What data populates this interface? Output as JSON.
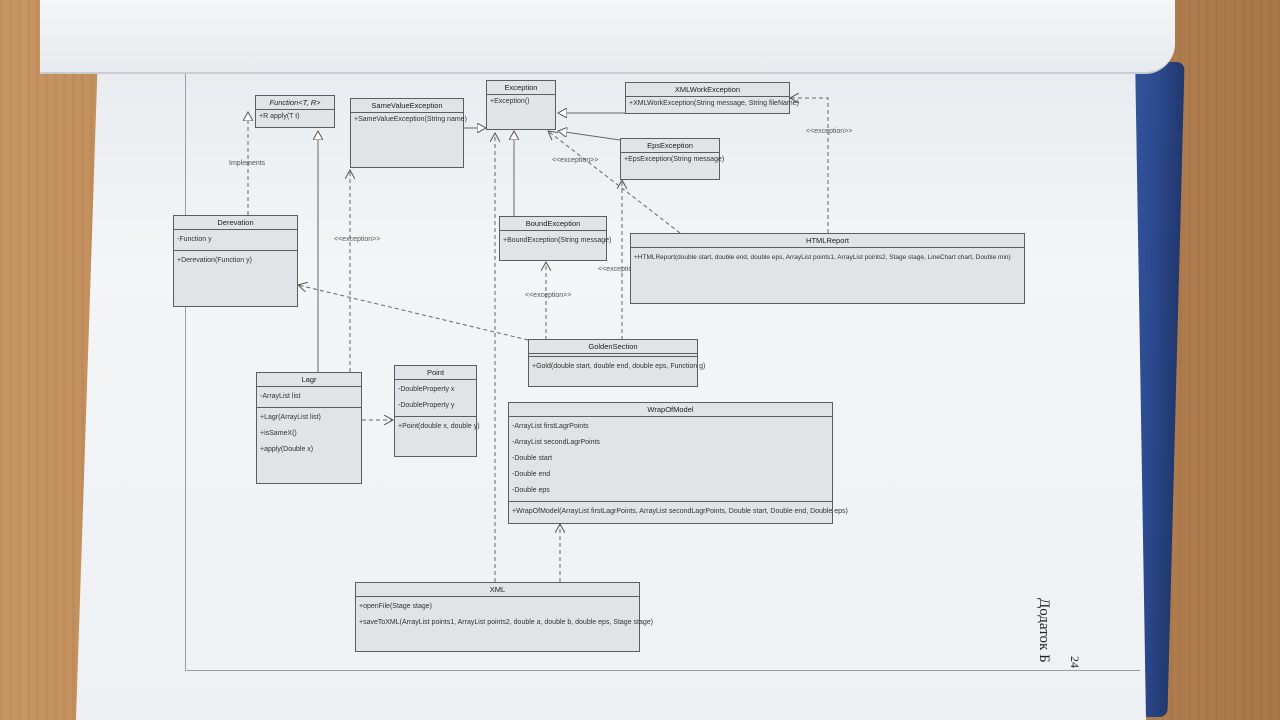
{
  "page": {
    "number": "24",
    "appendix": "Додаток Б"
  },
  "labels": {
    "implements": "Implements",
    "exception1": "<<exception>>",
    "exception2": "<<exception>>",
    "exception3": "<<exception>>",
    "exception4": "<<exception>>",
    "exception5": "<<exception>>"
  },
  "classes": {
    "function": {
      "name": "Function<T, R>",
      "methods": [
        "+R apply(T t)"
      ]
    },
    "same_value": {
      "name": "SameValueException",
      "methods": [
        "+SameValueException(String name)"
      ]
    },
    "exception": {
      "name": "Exception",
      "methods": [
        "+Exception()"
      ]
    },
    "xml_work": {
      "name": "XMLWorkException",
      "methods": [
        "+XMLWorkException(String message, String fileName)"
      ]
    },
    "eps": {
      "name": "EpsException",
      "methods": [
        "+EpsException(String message)"
      ]
    },
    "derevation": {
      "name": "Derevation",
      "fields": [
        "-Function y"
      ],
      "methods": [
        "+Derevation(Function y)"
      ]
    },
    "bound": {
      "name": "BoundException",
      "methods": [
        "+BoundException(String message)"
      ]
    },
    "html_report": {
      "name": "HTMLReport",
      "methods": [
        "+HTMLReport(double start, double end, double eps, ArrayList points1, ArrayList points2, Stage stage, LineChart chart, Double min)"
      ]
    },
    "golden": {
      "name": "GoldenSection",
      "methods": [
        "+Gold(double start, double end, double eps, Function g)"
      ]
    },
    "lagr": {
      "name": "Lagr",
      "fields": [
        "-ArrayList list"
      ],
      "methods": [
        "+Lagr(ArrayList list)",
        "+isSameX()",
        "+apply(Double x)"
      ]
    },
    "point": {
      "name": "Point",
      "fields": [
        "-DoubleProperty x",
        "-DoubleProperty y"
      ],
      "methods": [
        "+Point(double x, double y)"
      ]
    },
    "wrap": {
      "name": "WrapOfModel",
      "fields": [
        "-ArrayList firstLagrPoints",
        "-ArrayList secondLagrPoints",
        "-Double start",
        "-Double end",
        "-Double eps"
      ],
      "methods": [
        "+WrapOfModel(ArrayList firstLagrPoints, ArrayList secondLagrPoints, Double start, Double end, Double eps)"
      ]
    },
    "xml": {
      "name": "XML",
      "methods": [
        "+openFile(Stage stage)",
        "+saveToXML(ArrayList points1, ArrayList points2, double a, double b, double eps, Stage stage)"
      ]
    }
  }
}
